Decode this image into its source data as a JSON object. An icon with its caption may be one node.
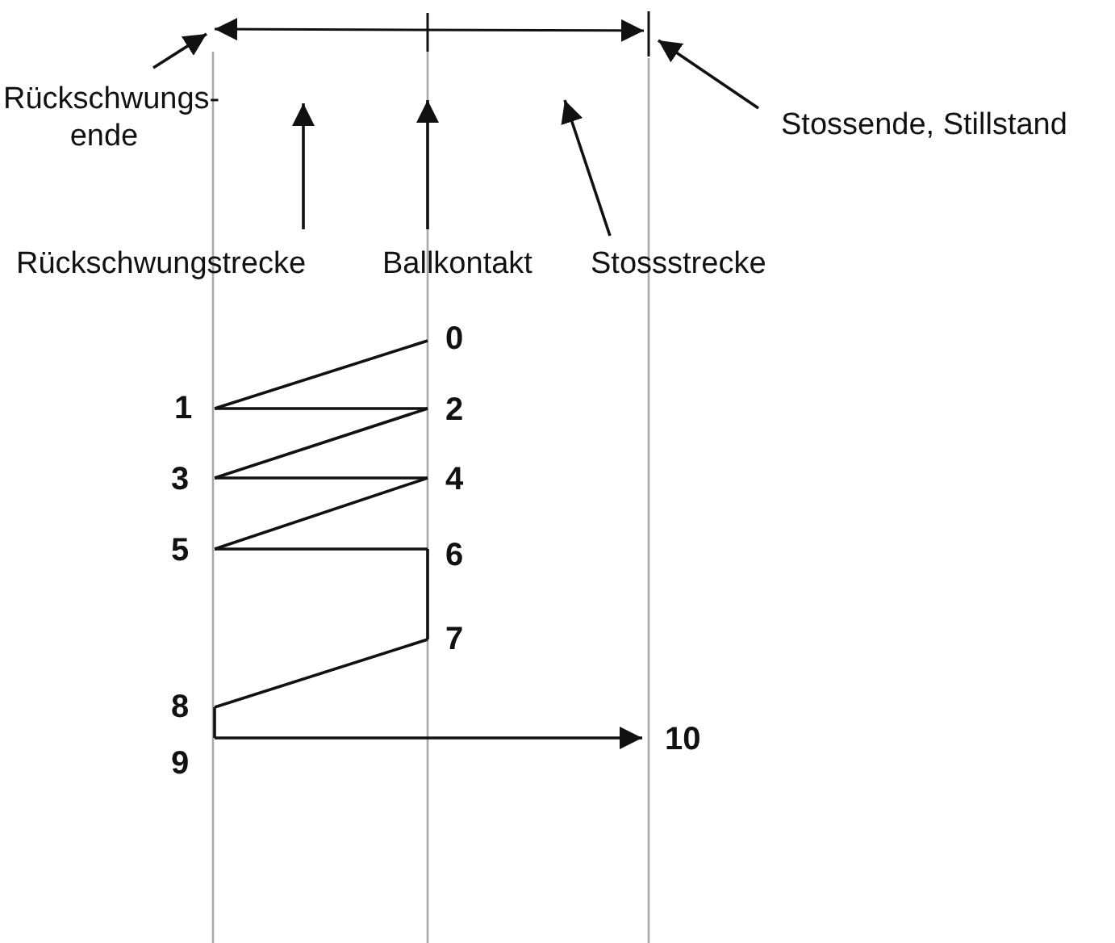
{
  "diagram": {
    "nodes": [
      {
        "text": [
          "Rückschwungs- ende"
        ]
      },
      {
        "text": [
          "Rückschwungstrecke"
        ]
      },
      {
        "text": [
          "Ballkontakt"
        ]
      },
      {
        "text": [
          "Stossstrecke"
        ]
      },
      {
        "text": [
          "Stossende, Stillstand"
        ]
      },
      {
        "text": [
          "0"
        ]
      },
      {
        "text": [
          "1"
        ]
      },
      {
        "text": [
          "2"
        ]
      },
      {
        "text": [
          "3"
        ]
      },
      {
        "text": [
          "4"
        ]
      },
      {
        "text": [
          "5"
        ]
      },
      {
        "text": [
          "6"
        ]
      },
      {
        "text": [
          "7"
        ]
      },
      {
        "text": [
          "8"
        ]
      },
      {
        "text": [
          "9"
        ]
      },
      {
        "text": [
          "10"
        ]
      }
    ],
    "edges": [
      {
        "from": 0,
        "to": null,
        "arrow": "to"
      },
      {
        "from": 1,
        "to": null,
        "arrow": "to"
      },
      {
        "from": 2,
        "to": null,
        "arrow": "to"
      },
      {
        "from": 3,
        "to": null,
        "arrow": "to"
      },
      {
        "from": 4,
        "to": null,
        "arrow": "to"
      },
      {
        "from": 5,
        "to": 6,
        "arrow": "none"
      },
      {
        "from": 6,
        "to": 7,
        "arrow": "none"
      },
      {
        "from": 7,
        "to": 8,
        "arrow": "none"
      },
      {
        "from": 8,
        "to": 9,
        "arrow": "none"
      },
      {
        "from": 9,
        "to": 10,
        "arrow": "none"
      },
      {
        "from": 10,
        "to": 11,
        "arrow": "none"
      },
      {
        "from": 11,
        "to": 12,
        "arrow": "none"
      },
      {
        "from": 12,
        "to": 13,
        "arrow": "none"
      },
      {
        "from": 13,
        "to": 14,
        "arrow": "none"
      },
      {
        "from": 14,
        "to": 15,
        "arrow": "to"
      }
    ]
  }
}
